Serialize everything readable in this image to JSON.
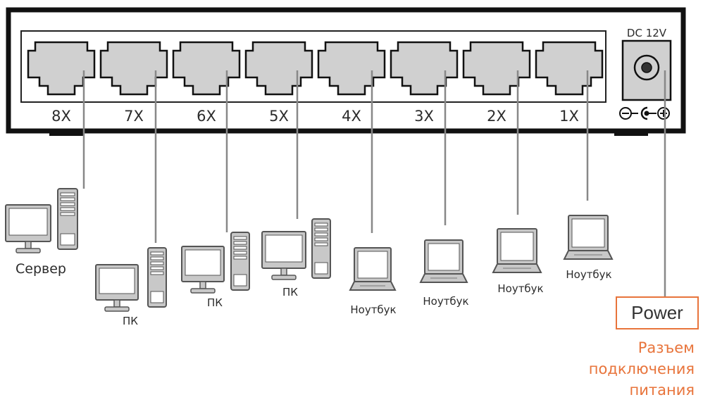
{
  "switch": {
    "ports": [
      "8X",
      "7X",
      "6X",
      "5X",
      "4X",
      "3X",
      "2X",
      "1X"
    ],
    "dc_label": "DC 12V"
  },
  "devices": [
    {
      "port": "8X",
      "type": "server",
      "label": "Сервер"
    },
    {
      "port": "7X",
      "type": "pc",
      "label": "ПК"
    },
    {
      "port": "6X",
      "type": "pc",
      "label": "ПК"
    },
    {
      "port": "5X",
      "type": "pc",
      "label": "ПК"
    },
    {
      "port": "4X",
      "type": "laptop",
      "label": "Ноутбук"
    },
    {
      "port": "3X",
      "type": "laptop",
      "label": "Ноутбук"
    },
    {
      "port": "2X",
      "type": "laptop",
      "label": "Ноутбук"
    },
    {
      "port": "1X",
      "type": "laptop",
      "label": "Ноутбук"
    }
  ],
  "power": {
    "label": "Power",
    "description_lines": [
      "Разъем",
      "подключения",
      "питания"
    ],
    "accent_color": "#e8743b"
  },
  "icons": [
    "rj45-port-icon",
    "monitor-icon",
    "tower-icon",
    "laptop-icon",
    "dc-jack-icon",
    "polarity-icon"
  ]
}
